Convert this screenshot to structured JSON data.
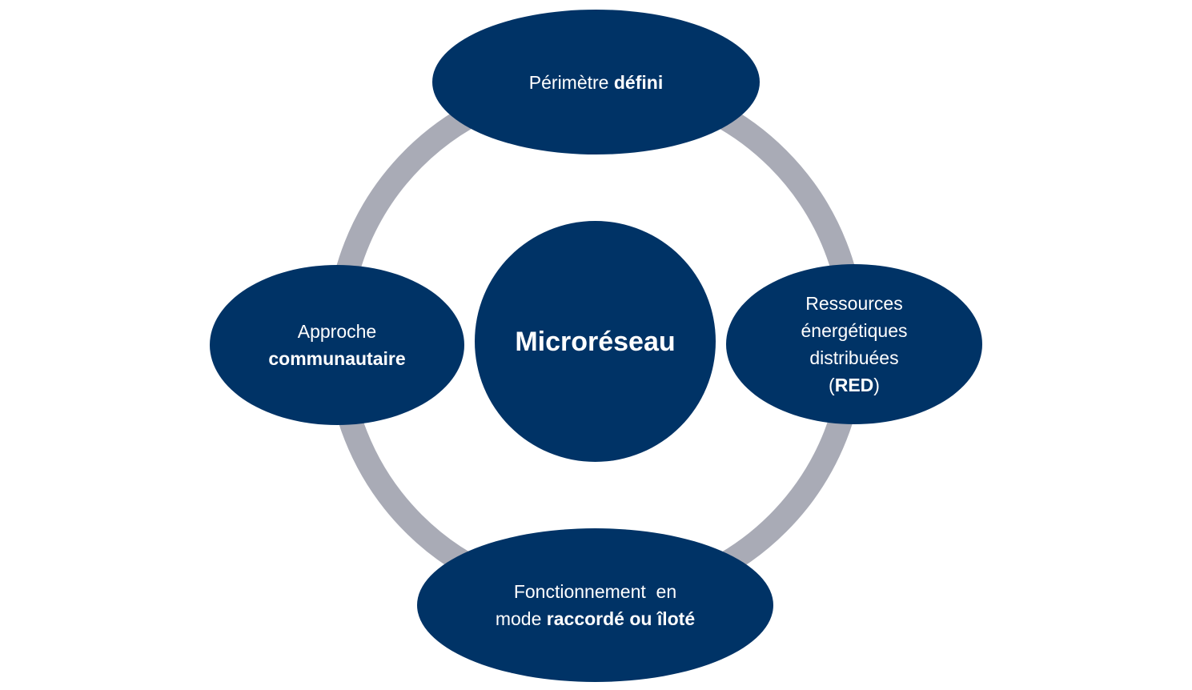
{
  "colors": {
    "node_fill": "#003366",
    "ring": "#a9abb6",
    "text": "#ffffff"
  },
  "center": {
    "label": "Microréseau"
  },
  "nodes": {
    "top": {
      "text": "Périmètre",
      "bold": "défini"
    },
    "right": {
      "line1": "Ressources",
      "line2": "énergétiques",
      "line3": "distribuées",
      "open": "(",
      "bold": "RED",
      "close": ")"
    },
    "bottom": {
      "line1": "Fonctionnement  en",
      "line2_text": "mode",
      "line2_bold": "raccordé ou îloté"
    },
    "left": {
      "line1": "Approche",
      "bold": "communautaire"
    }
  }
}
